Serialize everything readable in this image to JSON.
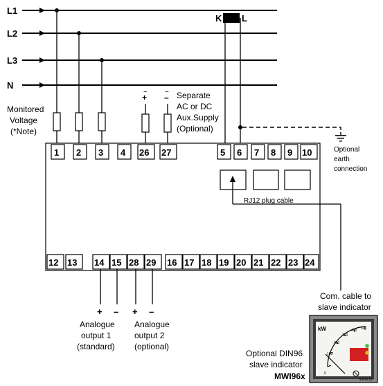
{
  "bus_lines": [
    "L1",
    "L2",
    "L3",
    "N"
  ],
  "ct": {
    "k": "K",
    "l": "L"
  },
  "top_terminals": [
    "1",
    "2",
    "3",
    "4",
    "26",
    "27",
    "5",
    "6",
    "7",
    "8",
    "9",
    "10"
  ],
  "bottom_terminals": [
    "12",
    "13",
    "14",
    "15",
    "28",
    "29",
    "16",
    "17",
    "18",
    "19",
    "20",
    "21",
    "22",
    "23",
    "24"
  ],
  "labels": {
    "monitored_voltage": [
      "Monitored",
      "Voltage",
      "(*Note)"
    ],
    "aux_supply": [
      "Separate",
      "AC or DC",
      "Aux.Supply",
      "(Optional)"
    ],
    "optional_earth": [
      "Optional",
      "earth",
      "connection"
    ],
    "rj12": "RJ12 plug cable",
    "analogue_1": [
      "Analogue",
      "output 1",
      "(standard)"
    ],
    "analogue_2": [
      "Analogue",
      "output 2",
      "(optional)"
    ],
    "com_cable": [
      "Com. cable to",
      "slave indicator"
    ],
    "slave_indicator": [
      "Optional DIN96",
      "slave indicator"
    ],
    "slave_model": "MWI96x",
    "plus": "+",
    "minus": "–",
    "aux_plus": "+",
    "aux_minus": "–"
  },
  "meter": {
    "unit": "kW",
    "scale": [
      "0",
      "100",
      "200",
      "300",
      "400",
      "500"
    ],
    "brand": "meacon",
    "accent_color": "#d42020"
  }
}
